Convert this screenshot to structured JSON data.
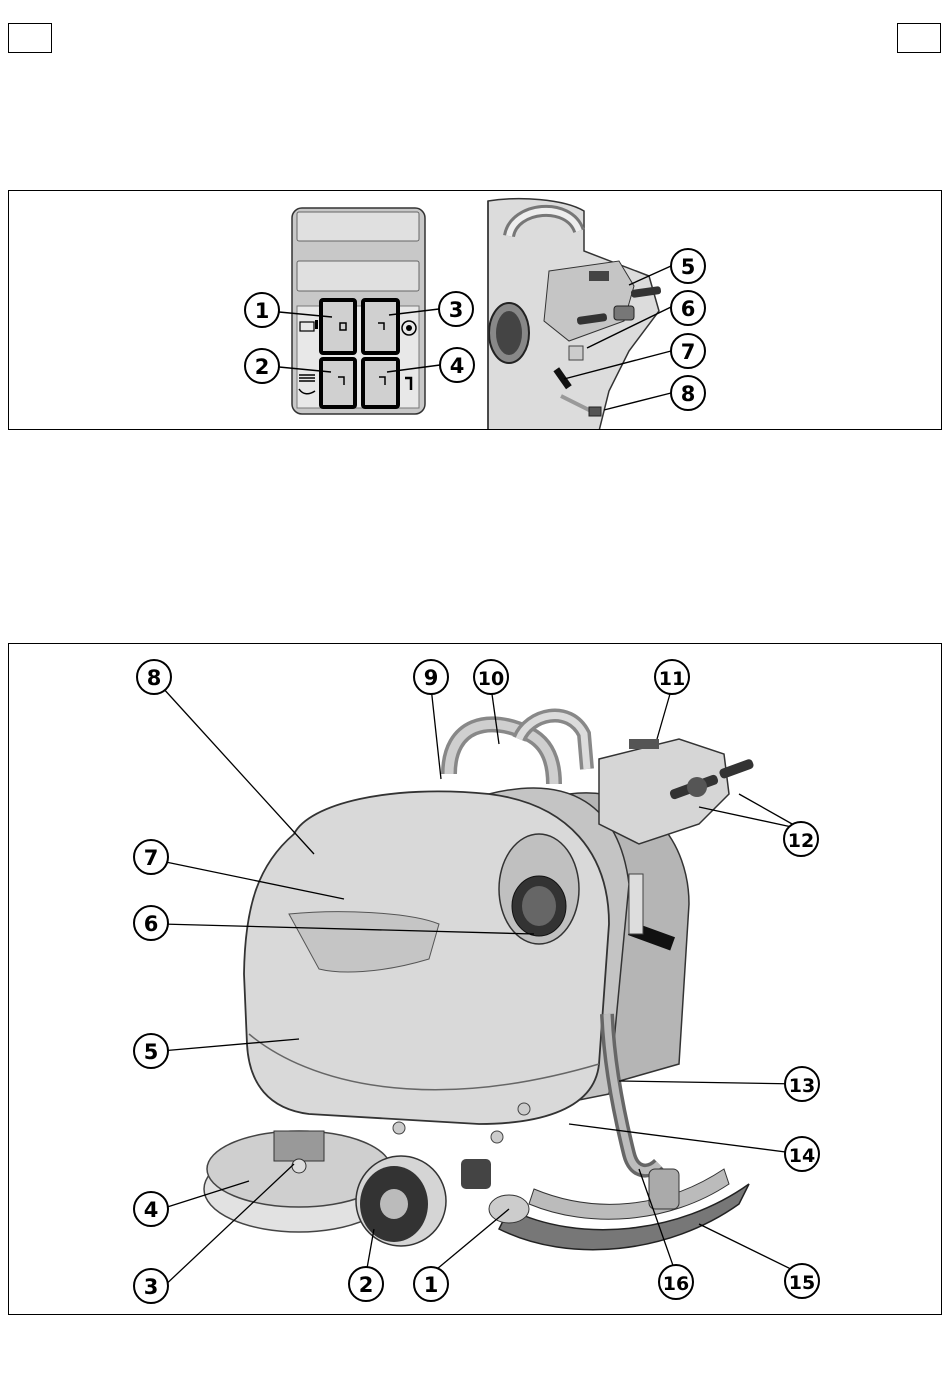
{
  "figure_a": {
    "control_panel_callouts": [
      "1",
      "2",
      "3",
      "4"
    ],
    "handle_callouts": [
      "5",
      "6",
      "7",
      "8"
    ]
  },
  "figure_b": {
    "callouts": [
      "1",
      "2",
      "3",
      "4",
      "5",
      "6",
      "7",
      "8",
      "9",
      "10",
      "11",
      "12",
      "13",
      "14",
      "15",
      "16"
    ]
  },
  "colors": {
    "outline": "#000000",
    "panel_grey": "#c8c8c8",
    "machine_light": "#d9d9d9",
    "machine_mid": "#a9a9a9",
    "machine_dark": "#555555"
  }
}
